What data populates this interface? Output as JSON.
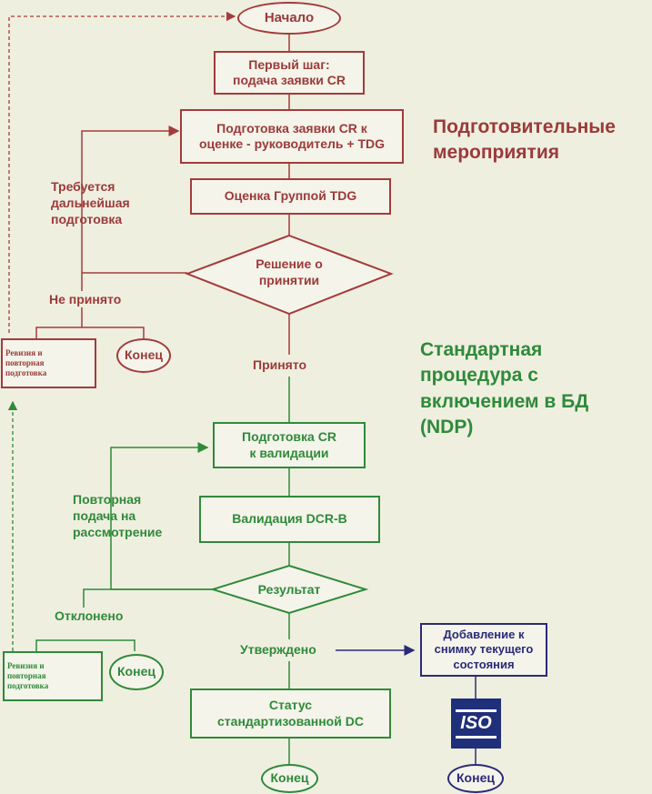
{
  "nodes": {
    "start": "Начало",
    "first_step": "Первый шаг:\nподача заявки CR",
    "prepare_cr": "Подготовка заявки CR к\nоценке - руководитель + TDG",
    "tdg_eval": "Оценка Группой TDG",
    "decision": "Решение о\nпринятии",
    "revision_top": "Ревизия и\nповторная\nподготовка",
    "end_top": "Конец",
    "prepare_validation": "Подготовка CR\nк валидации",
    "validation": "Валидация DCR-B",
    "result": "Результат",
    "revision_bottom": "Ревизия и\nповторная\nподготовка",
    "end_left": "Конец",
    "status": "Статус\nстандартизованной DC",
    "end_bottom": "Конец",
    "snapshot": "Добавление к\nснимку текущего\nсостояния",
    "iso_logo": "ISO",
    "end_right": "Конец"
  },
  "labels": {
    "needs_prep": "Требуется\nдальнейшая\nподготовка",
    "not_accepted": "Не принято",
    "accepted": "Принято",
    "resubmit": "Повторная\nподача на\nрассмотрение",
    "rejected": "Отклонено",
    "approved": "Утверждено"
  },
  "sections": {
    "prep": "Подготовительные\nмероприятия",
    "ndp": "Стандартная\nпроцедура с\nвключением в БД\n(NDP)"
  },
  "colors": {
    "red": "#a33b3b",
    "green": "#2f8a3a",
    "blue": "#2a2a78",
    "background": "#efefe0"
  }
}
